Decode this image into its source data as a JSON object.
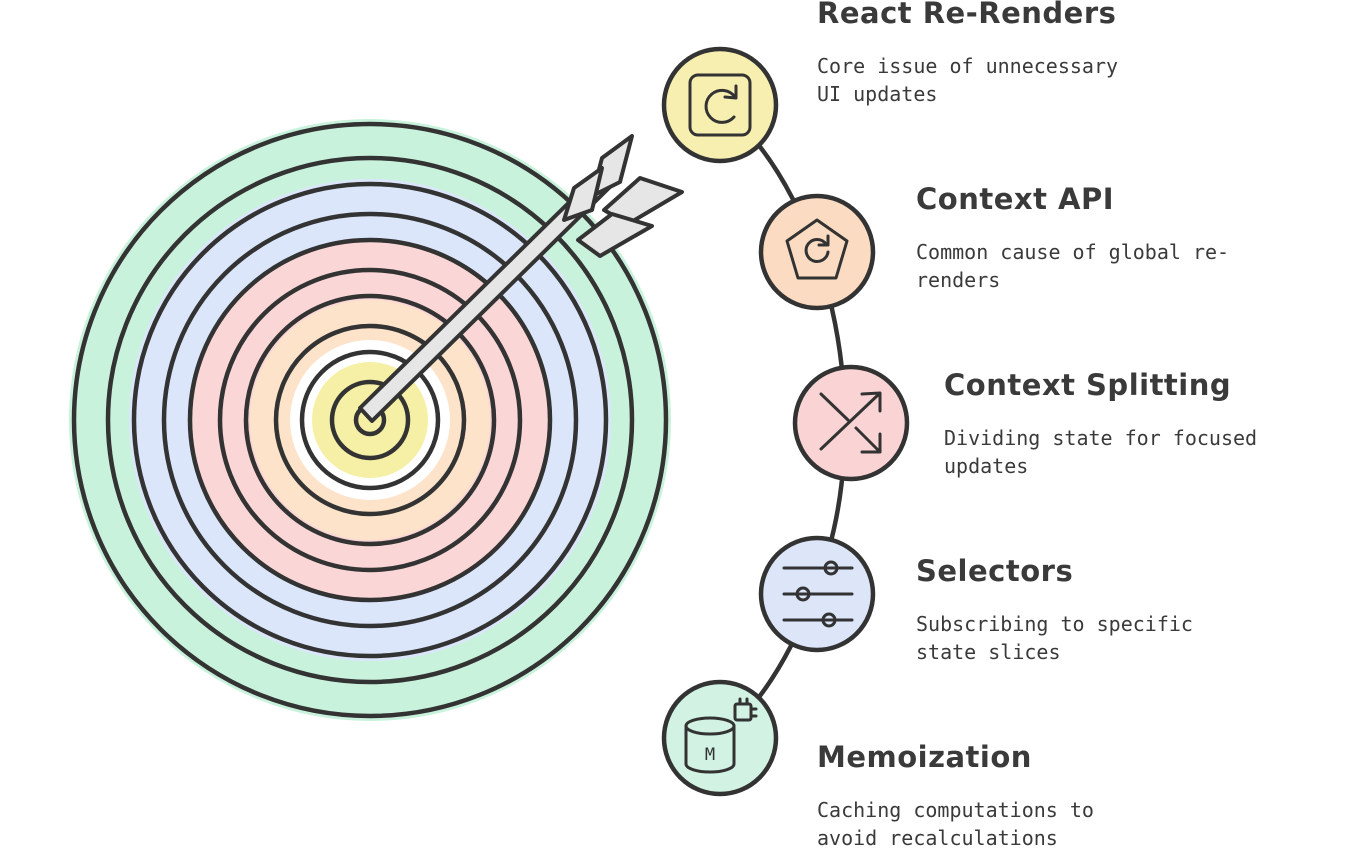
{
  "items": [
    {
      "title": "React Re-Renders",
      "description": "Core issue of unnecessary UI updates",
      "icon": "refresh-square-icon",
      "color": "#f7efb0"
    },
    {
      "title": "Context API",
      "description": "Common cause of global re-renders",
      "icon": "pentagon-refresh-icon",
      "color": "#fbdcc2"
    },
    {
      "title": "Context Splitting",
      "description": "Dividing state for focused updates",
      "icon": "split-arrows-icon",
      "color": "#fad4d4"
    },
    {
      "title": "Selectors",
      "description": "Subscribing to specific state slices",
      "icon": "sliders-icon",
      "color": "#dce6f8"
    },
    {
      "title": "Memoization",
      "description": "Caching computations to avoid recalculations",
      "icon": "database-chip-icon",
      "color": "#d2f3e3"
    }
  ],
  "target_colors": [
    "#c9f2dc",
    "#dbe6fb",
    "#fbd6d6",
    "#fce3c9",
    "#f6f0a6"
  ]
}
